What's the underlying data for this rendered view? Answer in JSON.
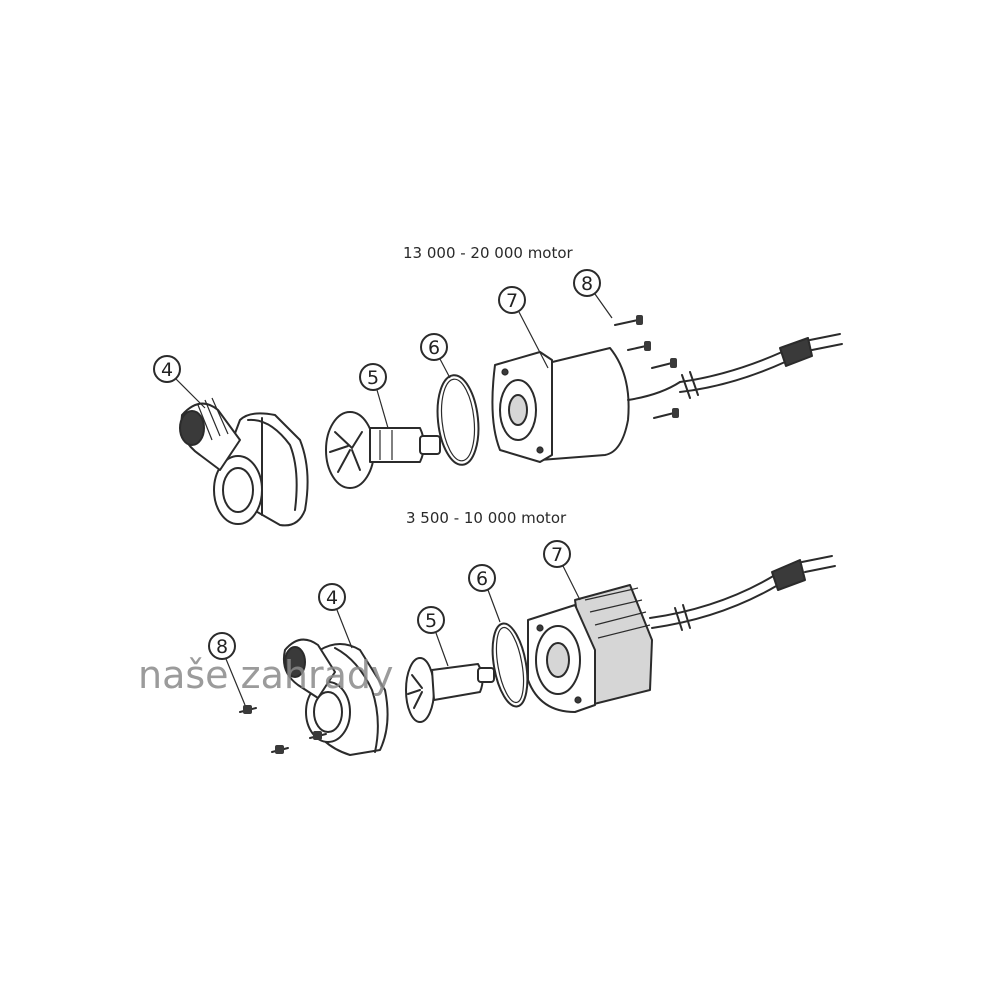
{
  "titles": {
    "top_motor": "13 000 - 20 000 motor",
    "bottom_motor": "3 500 - 10 000 motor"
  },
  "callouts": {
    "top": {
      "c4": "4",
      "c5": "5",
      "c6": "6",
      "c7": "7",
      "c8": "8"
    },
    "bottom": {
      "c4": "4",
      "c5": "5",
      "c6": "6",
      "c7": "7",
      "c8": "8"
    }
  },
  "watermark": "naše zahrady"
}
